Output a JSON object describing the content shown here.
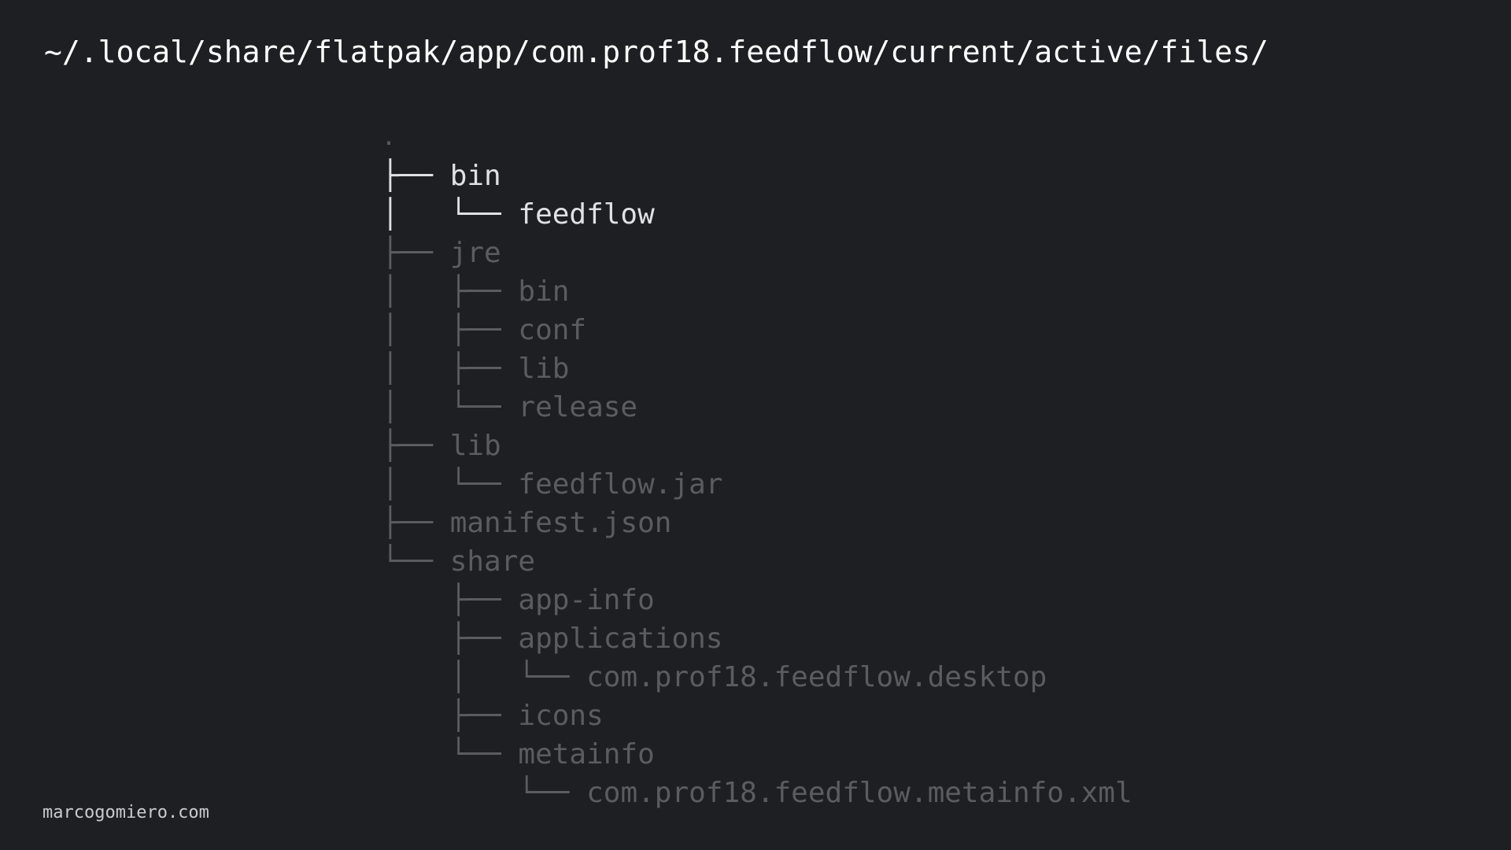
{
  "path": "~/.local/share/flatpak/app/com.prof18.feedflow/current/active/files/",
  "tree": [
    {
      "prefix": "",
      "name": ".",
      "active": false
    },
    {
      "prefix": "├── ",
      "name": "bin",
      "active": true
    },
    {
      "prefix": "│   └── ",
      "name": "feedflow",
      "active": true
    },
    {
      "prefix": "├── ",
      "name": "jre",
      "active": false
    },
    {
      "prefix": "│   ├── ",
      "name": "bin",
      "active": false
    },
    {
      "prefix": "│   ├── ",
      "name": "conf",
      "active": false
    },
    {
      "prefix": "│   ├── ",
      "name": "lib",
      "active": false
    },
    {
      "prefix": "│   └── ",
      "name": "release",
      "active": false
    },
    {
      "prefix": "├── ",
      "name": "lib",
      "active": false
    },
    {
      "prefix": "│   └── ",
      "name": "feedflow.jar",
      "active": false
    },
    {
      "prefix": "├── ",
      "name": "manifest.json",
      "active": false
    },
    {
      "prefix": "└── ",
      "name": "share",
      "active": false
    },
    {
      "prefix": "    ├── ",
      "name": "app-info",
      "active": false
    },
    {
      "prefix": "    ├── ",
      "name": "applications",
      "active": false
    },
    {
      "prefix": "    │   └── ",
      "name": "com.prof18.feedflow.desktop",
      "active": false
    },
    {
      "prefix": "    ├── ",
      "name": "icons",
      "active": false
    },
    {
      "prefix": "    └── ",
      "name": "metainfo",
      "active": false
    },
    {
      "prefix": "        └── ",
      "name": "com.prof18.feedflow.metainfo.xml",
      "active": false
    }
  ],
  "footer": "marcogomiero.com",
  "colors": {
    "background": "#1e1f22",
    "active_text": "#dfe1e5",
    "dim_text": "#5b5c60",
    "title_text": "#ffffff"
  }
}
